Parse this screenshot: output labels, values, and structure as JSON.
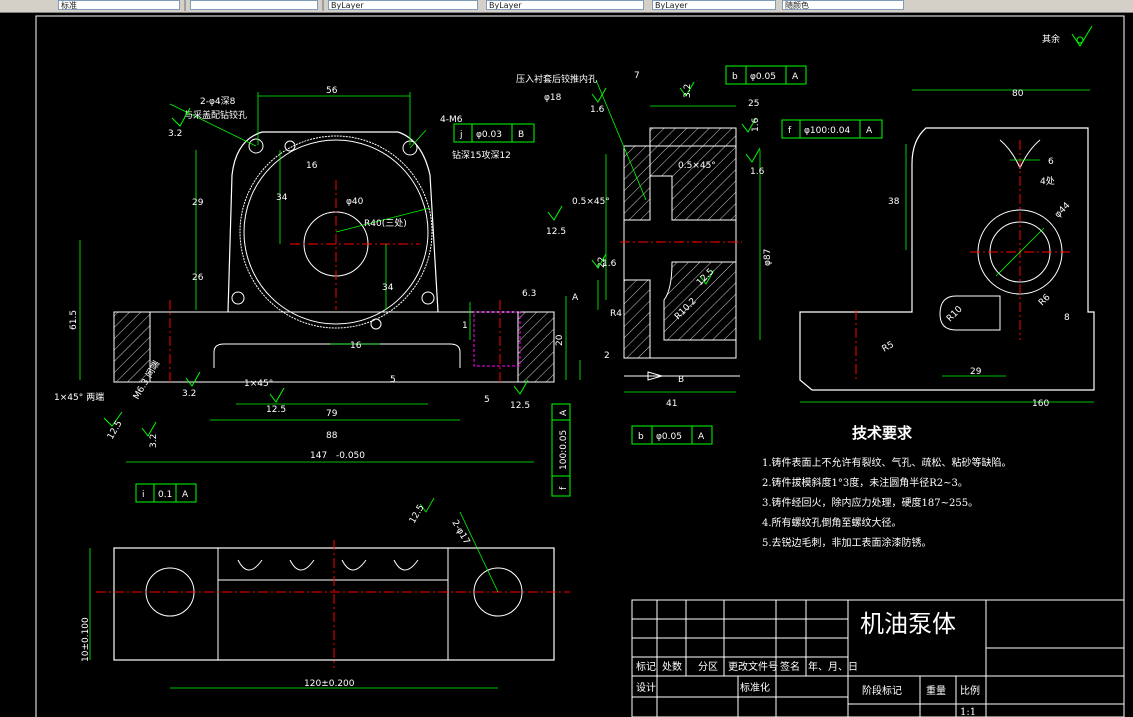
{
  "toolbar": {
    "fields": [
      {
        "value": "标准"
      },
      {
        "value": ""
      },
      {
        "value": "ByLayer"
      },
      {
        "value": "ByLayer"
      },
      {
        "value": "ByLayer"
      },
      {
        "value": "随颜色"
      }
    ]
  },
  "colors": {
    "background": "#000000",
    "outline": "#ffffff",
    "dimension": "#00ff00",
    "centerline": "#ff0000",
    "hidden": "#ff00ff",
    "text": "#ffffff"
  },
  "view_front": {
    "dims": {
      "d56": "56",
      "d16a": "16",
      "d29": "29",
      "d34a": "34",
      "d26": "26",
      "d34b": "34",
      "d16b": "16",
      "d79": "79",
      "d88": "88",
      "d147": "147",
      "d147tol": "-0.050",
      "r40": "R40(三处)",
      "hole_dia": "φ40",
      "d61": "61.5",
      "d1x45": "1×45°",
      "d5a": "5",
      "d1": "1",
      "d5b": "5",
      "d20": "20",
      "d63": "6.3"
    },
    "notes": {
      "holes_2": "2-φ4深8",
      "holes_2_b": "与采盖配钻铰孔",
      "threads_4": "4-M6",
      "threads_depth": "钻深15攻深12",
      "chamfer_both": "1×45° 两端",
      "thread_spec": "M6.3 间端",
      "rough_32a": "3.2",
      "rough_32b": "3.2",
      "rough_125a": "12.5",
      "rough_125b": "12.5",
      "rough_125c": "12.5",
      "rough_32c": "3.2"
    },
    "tolerance": {
      "j_sym": "j",
      "j_val": "φ0.03",
      "j_ref": "B",
      "i_sym": "i",
      "i_val": "0.1",
      "i_ref": "A",
      "f_sym": "f",
      "f_val": "100:0.05",
      "f_ref": "A"
    }
  },
  "view_section": {
    "notes": {
      "press": "压入衬套后铰推内孔",
      "bore": "φ18",
      "chamfer1": "0.5×45°",
      "chamfer2": "0.5×45°",
      "r102": "R10.2",
      "r4": "R4",
      "d7": "7",
      "d25": "25",
      "d2": "2",
      "d41": "41",
      "d87": "φ87",
      "d22": "22",
      "rough_16a": "1.6",
      "rough_16b": "1.6",
      "rough_16c": "1.6",
      "rough_16d": "1.6",
      "rough_125": "12.5",
      "rough_125b": "12.5",
      "rough_32": "3.2",
      "datum_a": "A",
      "datum_b": "B"
    },
    "tolerance": {
      "b1_sym": "b",
      "b1_val": "φ0.05",
      "b1_ref": "A",
      "f_sym": "f",
      "f_val": "φ100:0.04",
      "f_ref": "A",
      "b2_sym": "b",
      "b2_val": "φ0.05",
      "b2_ref": "A"
    }
  },
  "view_side": {
    "dims": {
      "d80": "80",
      "d6": "6",
      "count4": "4处",
      "d38": "38",
      "phi44": "φ44",
      "r10": "R10",
      "r5": "R5",
      "r6": "R6",
      "d8": "8",
      "d29": "29",
      "d160": "160",
      "rest": "其余"
    }
  },
  "view_bottom": {
    "dims": {
      "d120": "120±0.200",
      "d10": "10±0.100",
      "holes": "2-φ17",
      "rough": "12.5"
    }
  },
  "requirements": {
    "title": "技术要求",
    "items": [
      "1.铸件表面上不允许有裂纹、气孔、疏松、粘砂等缺陷。",
      "2.铸件拔模斜度1°3度，未注圆角半径R2~3。",
      "3.铸件经回火，除内应力处理，硬度187~255。",
      "4.所有螺纹孔倒角至螺纹大径。",
      "5.去锐边毛刺，非加工表面涂漆防锈。"
    ]
  },
  "title_block": {
    "part_name": "机油泵体",
    "headers": [
      "标记",
      "处数",
      "分区",
      "更改文件号",
      "签名",
      "年、月、日"
    ],
    "design": "设计",
    "standard": "标准化",
    "stage": "阶段标记",
    "weight": "重量",
    "scale": "比例",
    "scale_val": "1:1"
  }
}
